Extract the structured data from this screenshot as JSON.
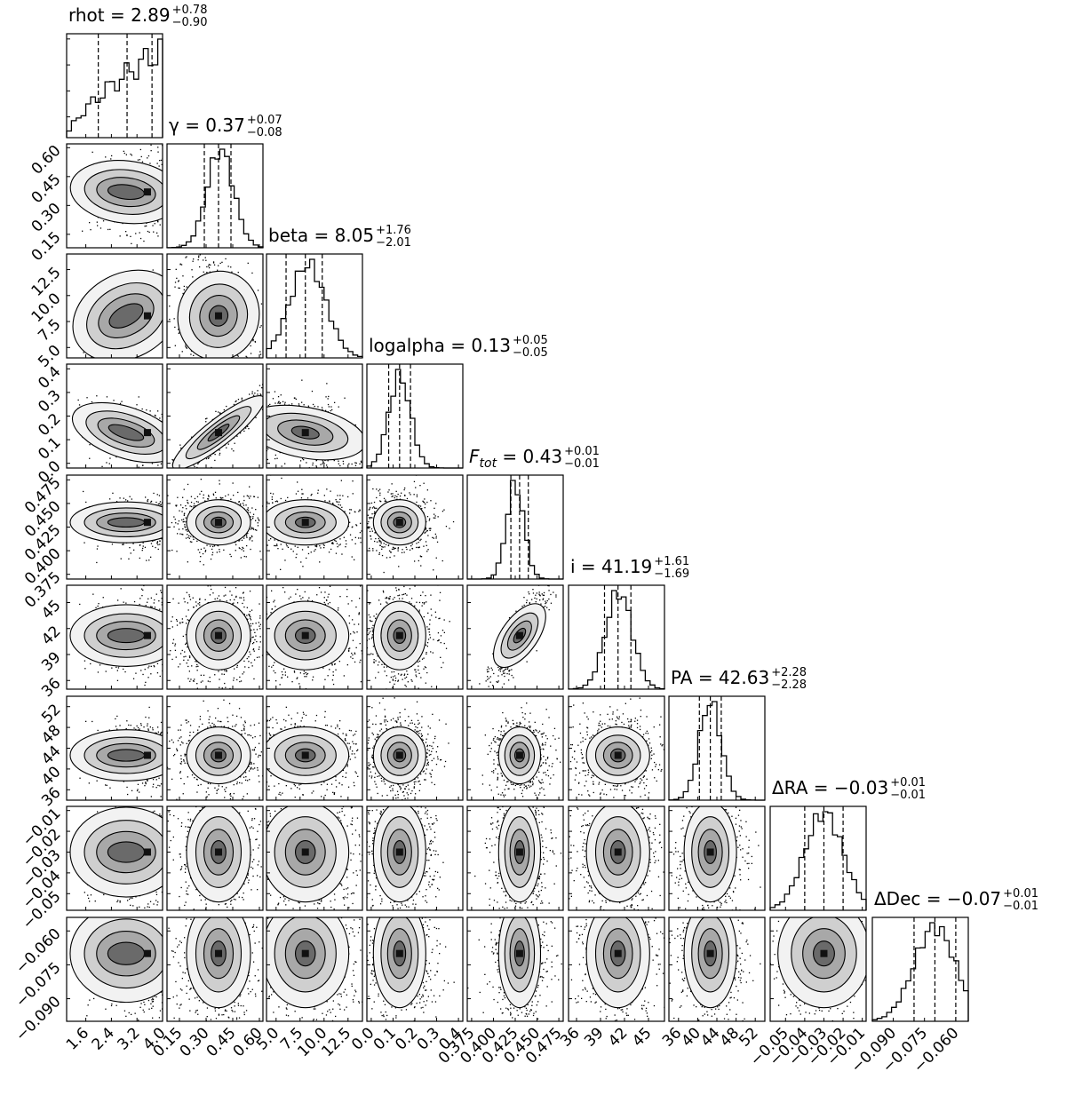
{
  "chart_data": {
    "type": "corner",
    "parameters": [
      {
        "name": "rhot",
        "title": "rhot = 2.89",
        "sup": "+0.78",
        "sub": "−0.90",
        "median": 2.89,
        "plus": 0.78,
        "minus": 0.9,
        "range": [
          1.0,
          4.0
        ],
        "ticks": [
          1.6,
          2.4,
          3.2,
          4.0
        ],
        "tick_labels": [
          "1.6",
          "2.4",
          "3.2",
          "4.0"
        ],
        "hist_shape": "rising",
        "hist_peak": 4.0
      },
      {
        "name": "gamma",
        "title": "γ = 0.37",
        "sup": "+0.07",
        "sub": "−0.08",
        "median": 0.37,
        "plus": 0.07,
        "minus": 0.08,
        "range": [
          0.08,
          0.62
        ],
        "ticks": [
          0.15,
          0.3,
          0.45,
          0.6
        ],
        "tick_labels": [
          "0.15",
          "0.30",
          "0.45",
          "0.60"
        ],
        "hist_shape": "gauss",
        "hist_peak": 0.38
      },
      {
        "name": "beta",
        "title": "beta = 8.05",
        "sup": "+1.76",
        "sub": "−2.01",
        "median": 8.05,
        "plus": 1.76,
        "minus": 2.01,
        "range": [
          4.0,
          14.0
        ],
        "ticks": [
          5.0,
          7.5,
          10.0,
          12.5
        ],
        "tick_labels": [
          "5.0",
          "7.5",
          "10.0",
          "12.5"
        ],
        "hist_shape": "gauss",
        "hist_peak": 8.3
      },
      {
        "name": "logalpha",
        "title": "logalpha = 0.13",
        "sup": "+0.05",
        "sub": "−0.05",
        "median": 0.13,
        "plus": 0.05,
        "minus": 0.05,
        "range": [
          -0.02,
          0.42
        ],
        "ticks": [
          0.0,
          0.1,
          0.2,
          0.3,
          0.4
        ],
        "tick_labels": [
          "0.0",
          "0.1",
          "0.2",
          "0.3",
          "0.4"
        ],
        "hist_shape": "gauss",
        "hist_peak": 0.13
      },
      {
        "name": "Ftot",
        "title": "F",
        "sub_label": "tot",
        "title_tail": " = 0.43",
        "sup": "+0.01",
        "sub": "−0.01",
        "median": 0.43,
        "plus": 0.01,
        "minus": 0.01,
        "range": [
          0.37,
          0.48
        ],
        "ticks": [
          0.375,
          0.4,
          0.425,
          0.45,
          0.475
        ],
        "tick_labels": [
          "0.375",
          "0.400",
          "0.425",
          "0.450",
          "0.475"
        ],
        "hist_shape": "gauss",
        "hist_peak": 0.425
      },
      {
        "name": "i",
        "title": "i = 41.19",
        "sup": "+1.61",
        "sub": "−1.69",
        "median": 41.19,
        "plus": 1.61,
        "minus": 1.69,
        "range": [
          35.0,
          47.0
        ],
        "ticks": [
          36,
          39,
          42,
          45
        ],
        "tick_labels": [
          "36",
          "39",
          "42",
          "45"
        ],
        "hist_shape": "gauss",
        "hist_peak": 41.3
      },
      {
        "name": "PA",
        "title": "PA = 42.63",
        "sup": "+2.28",
        "sub": "−2.28",
        "median": 42.63,
        "plus": 2.28,
        "minus": 2.28,
        "range": [
          34.0,
          54.0
        ],
        "ticks": [
          36,
          40,
          44,
          48,
          52
        ],
        "tick_labels": [
          "36",
          "40",
          "44",
          "48",
          "52"
        ],
        "hist_shape": "gauss",
        "hist_peak": 42.6
      },
      {
        "name": "dRA",
        "title": "ΔRA = −0.03",
        "sup": "+0.01",
        "sub": "−0.01",
        "median": -0.03,
        "plus": 0.01,
        "minus": 0.01,
        "range": [
          -0.058,
          -0.008
        ],
        "ticks": [
          -0.05,
          -0.04,
          -0.03,
          -0.02,
          -0.01
        ],
        "tick_labels": [
          "−0.05",
          "−0.04",
          "−0.03",
          "−0.02",
          "−0.01"
        ],
        "hist_shape": "gauss",
        "hist_peak": -0.03
      },
      {
        "name": "dDec",
        "title": "ΔDec = −0.07",
        "sup": "+0.01",
        "sub": "−0.01",
        "median": -0.07,
        "plus": 0.01,
        "minus": 0.01,
        "range": [
          -0.1,
          -0.054
        ],
        "ticks": [
          -0.09,
          -0.075,
          -0.06
        ],
        "tick_labels": [
          "−0.090",
          "−0.075",
          "−0.060"
        ],
        "hist_shape": "gauss",
        "hist_peak": -0.07
      }
    ],
    "quantile_lines": [
      0.16,
      0.5,
      0.84
    ],
    "correlations": {
      "rhot-beta": 0.97,
      "rhot-logalpha": -0.6,
      "gamma-beta": -0.3,
      "gamma-logalpha": 0.88,
      "beta-logalpha": -0.45,
      "Ftot-i": 0.85,
      "rhot-gamma": -0.2
    },
    "colors": {
      "ink": "#000000",
      "grey_fill": "#808080",
      "hist_grey": "#999999"
    }
  }
}
